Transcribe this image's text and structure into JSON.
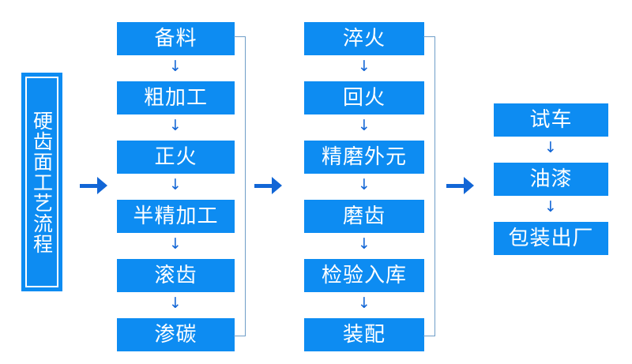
{
  "diagram": {
    "title_plaque": {
      "text": "硬齿面工艺流程"
    },
    "columns": [
      {
        "name": "stage-1",
        "steps": [
          "备料",
          "粗加工",
          "正火",
          "半精加工",
          "滚齿",
          "渗碳"
        ]
      },
      {
        "name": "stage-2",
        "steps": [
          "淬火",
          "回火",
          "精磨外元",
          "磨齿",
          "检验入库",
          "装配"
        ]
      },
      {
        "name": "stage-3",
        "steps": [
          "试车",
          "油漆",
          "包装出厂"
        ]
      }
    ],
    "connector_glyphs": {
      "down_arrow": "↓",
      "right_arrow": "→"
    },
    "colors": {
      "box_fill": "#0d8cf2",
      "box_text": "#ffffff",
      "arrow": "#1266d6",
      "bracket_line": "#6f9ec8",
      "background": "#ffffff"
    }
  },
  "chart_data": {
    "type": "diagram",
    "title": "硬齿面工艺流程",
    "nodes": [
      "备料",
      "粗加工",
      "正火",
      "半精加工",
      "滚齿",
      "渗碳",
      "淬火",
      "回火",
      "精磨外元",
      "磨齿",
      "检验入库",
      "装配",
      "试车",
      "油漆",
      "包装出厂"
    ],
    "flow": "备料 → 粗加工 → 正火 → 半精加工 → 滚齿 → 渗碳 → 淬火 → 回火 → 精磨外元 → 磨齿 → 检验入库 → 装配 → 试车 → 油漆 → 包装出厂"
  }
}
